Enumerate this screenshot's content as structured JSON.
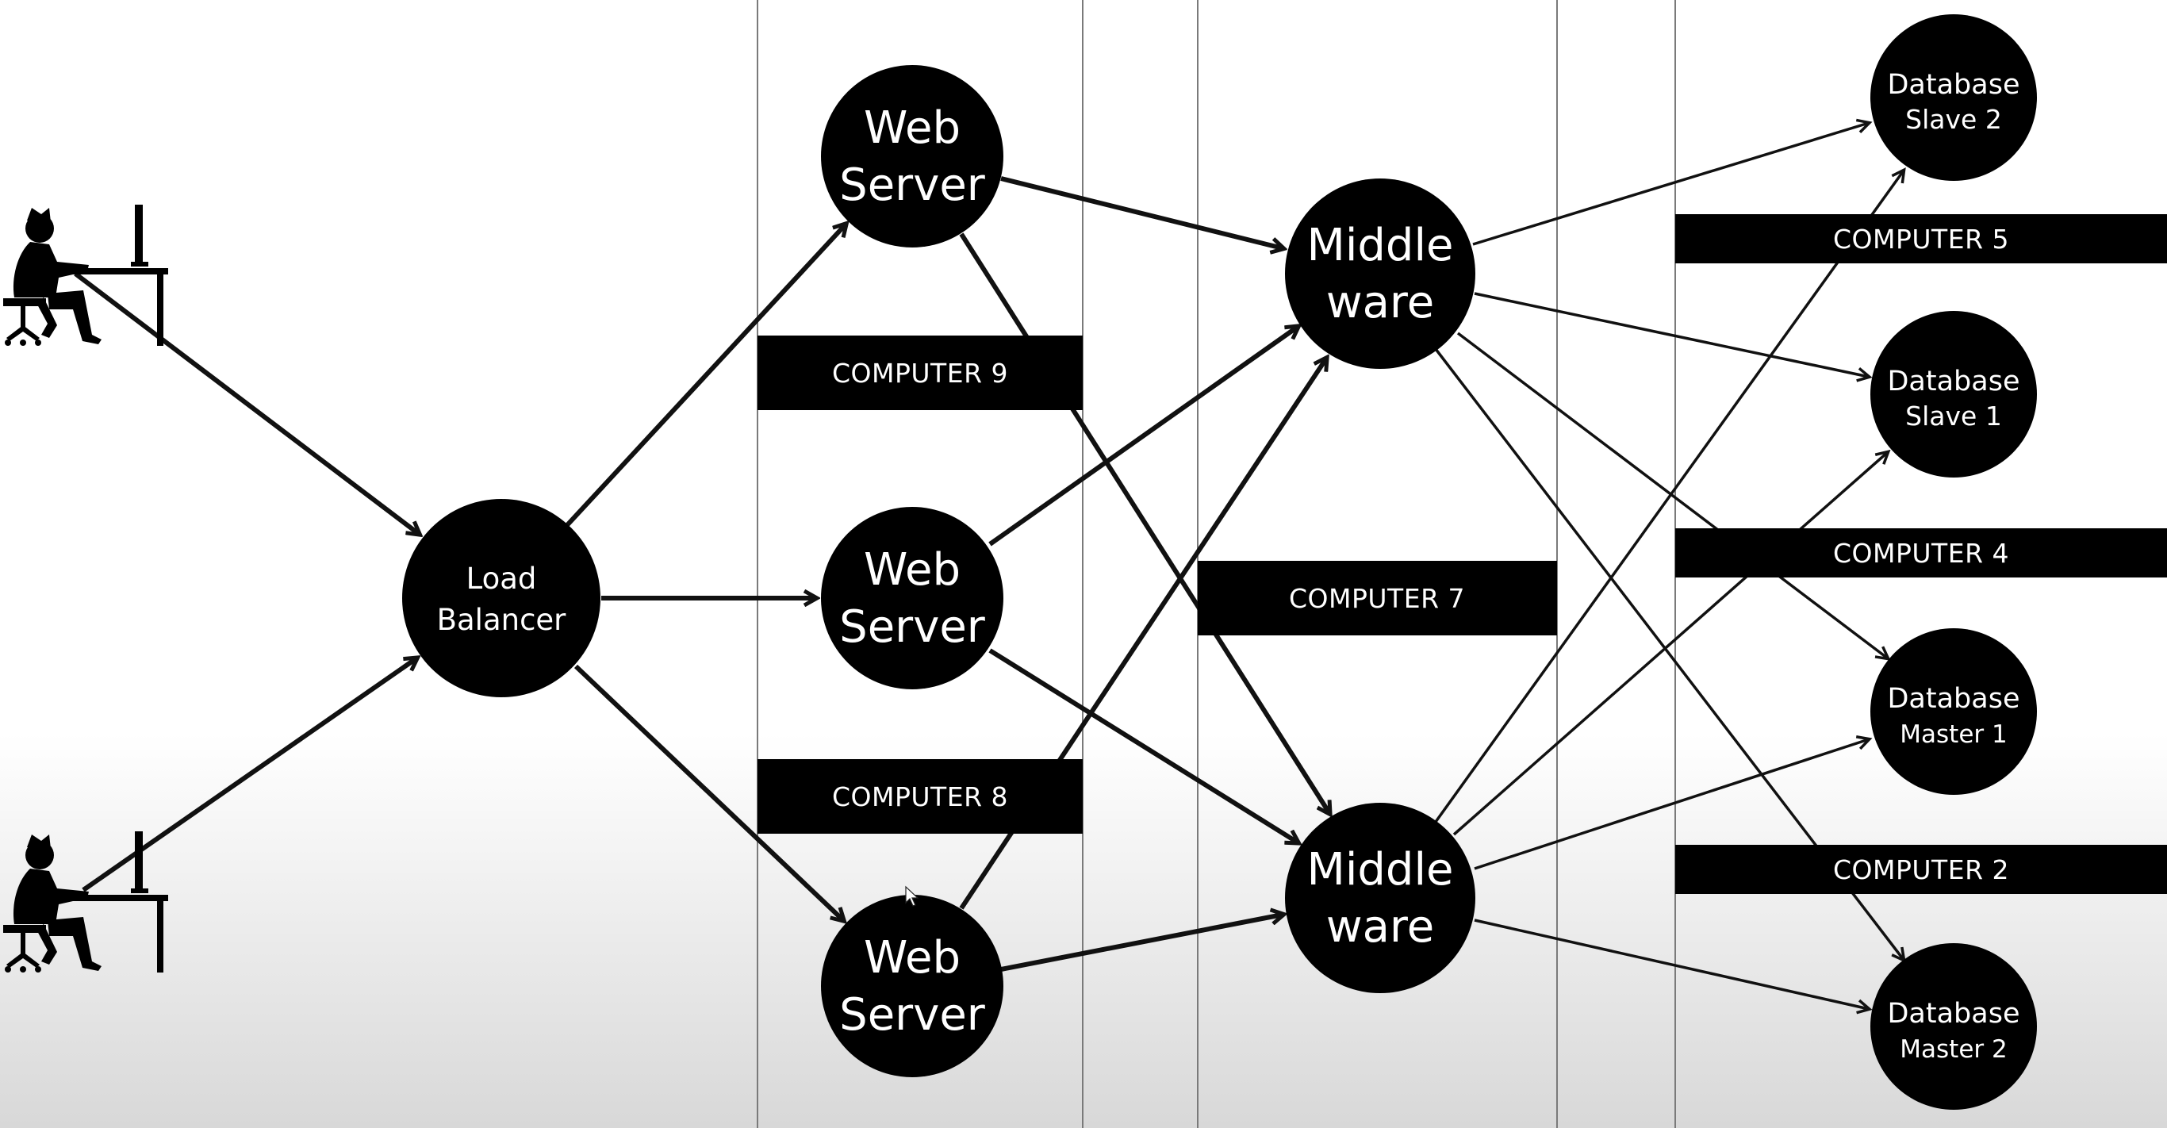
{
  "colors": {
    "node": "#000000",
    "node_text": "#ffffff",
    "edge": "#111111",
    "divider": "#7a7a7a"
  },
  "users": [
    {
      "name": "user-top",
      "icon": "person-at-computer-icon"
    },
    {
      "name": "user-bottom",
      "icon": "person-at-computer-icon"
    }
  ],
  "nodes": {
    "load_balancer": [
      "Load",
      "Balancer"
    ],
    "web_server_1": [
      "Web",
      "Server"
    ],
    "web_server_2": [
      "Web",
      "Server"
    ],
    "web_server_3": [
      "Web",
      "Server"
    ],
    "middleware_1": [
      "Middle",
      "ware"
    ],
    "middleware_2": [
      "Middle",
      "ware"
    ],
    "db_slave_2": [
      "Database",
      "Slave 2"
    ],
    "db_slave_1": [
      "Database",
      "Slave 1"
    ],
    "db_master_1": [
      "Database",
      "Master 1"
    ],
    "db_master_2": [
      "Database",
      "Master 2"
    ]
  },
  "computers": {
    "computer_9": "COMPUTER 9",
    "computer_8": "COMPUTER 8",
    "computer_7": "COMPUTER 7",
    "computer_5": "COMPUTER 5",
    "computer_4": "COMPUTER 4",
    "computer_2": "COMPUTER 2"
  },
  "edges": [
    [
      "user-top",
      "load-balancer"
    ],
    [
      "user-bottom",
      "load-balancer"
    ],
    [
      "load-balancer",
      "web-server-1"
    ],
    [
      "load-balancer",
      "web-server-2"
    ],
    [
      "load-balancer",
      "web-server-3"
    ],
    [
      "web-server-1",
      "middleware-1"
    ],
    [
      "web-server-1",
      "middleware-2"
    ],
    [
      "web-server-2",
      "middleware-1"
    ],
    [
      "web-server-2",
      "middleware-2"
    ],
    [
      "web-server-3",
      "middleware-1"
    ],
    [
      "web-server-3",
      "middleware-2"
    ],
    [
      "middleware-1",
      "db-slave-2"
    ],
    [
      "middleware-1",
      "db-slave-1"
    ],
    [
      "middleware-1",
      "db-master-1"
    ],
    [
      "middleware-1",
      "db-master-2"
    ],
    [
      "middleware-2",
      "db-slave-2"
    ],
    [
      "middleware-2",
      "db-slave-1"
    ],
    [
      "middleware-2",
      "db-master-1"
    ],
    [
      "middleware-2",
      "db-master-2"
    ]
  ]
}
